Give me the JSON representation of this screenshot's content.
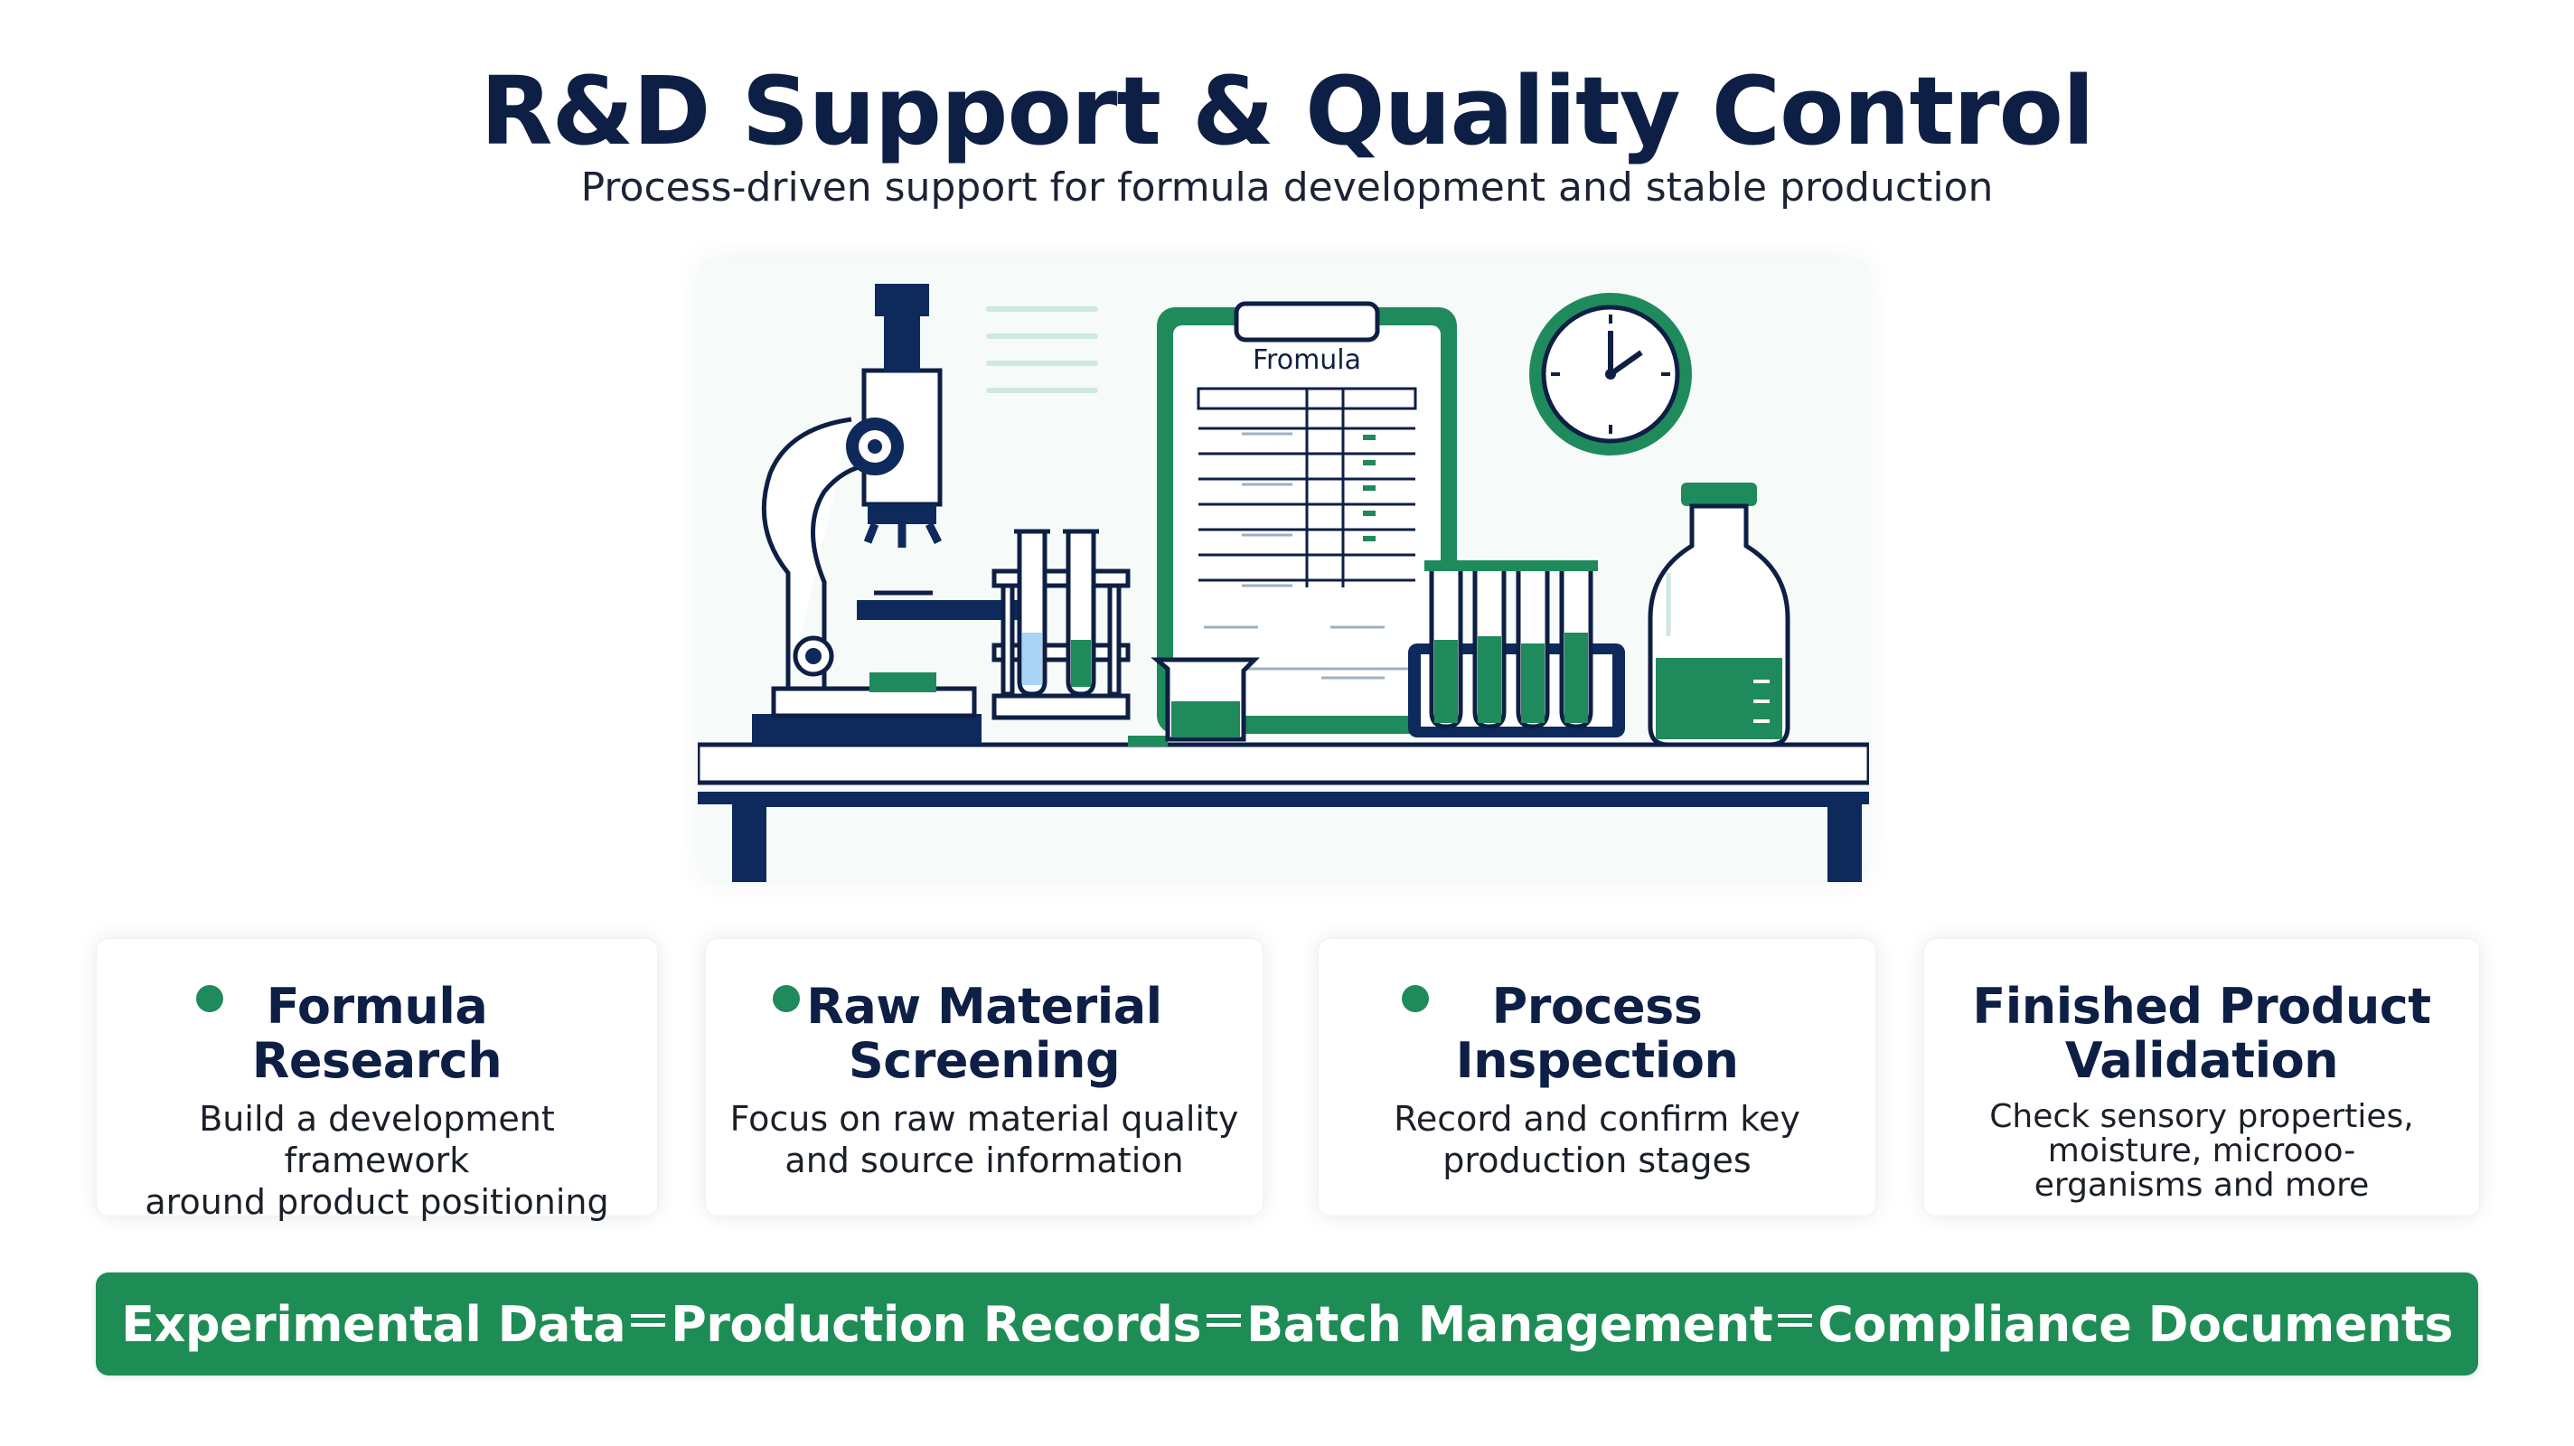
{
  "header": {
    "title": "R&D Support & Quality Control",
    "subtitle": "Process-driven support for formula development and stable production"
  },
  "illustration": {
    "clipboard_label": "Fromula"
  },
  "cards": [
    {
      "title_line1": "Formula",
      "title_line2": "Research",
      "desc_line1": "Build a development framework",
      "desc_line2": "around product positioning"
    },
    {
      "title_line1": "Raw Material",
      "title_line2": "Screening",
      "desc_line1": "Focus on raw material quality",
      "desc_line2": "and source information"
    },
    {
      "title_line1": "Process",
      "title_line2": "Inspection",
      "desc_line1": "Record and confirm key",
      "desc_line2": "production stages"
    },
    {
      "title_line1": "Finished Product",
      "title_line2": "Validation",
      "desc_line1": "Check sensory properties,",
      "desc_line2": "moisture, microoo-",
      "desc_line3": "erganisms and more"
    }
  ],
  "banner": {
    "items": [
      "Experimental Data",
      "Production Records",
      "Batch Management",
      "Compliance Documents"
    ]
  },
  "colors": {
    "navy": "#0e2a5c",
    "green": "#1f8a5b",
    "banner": "#1e8c55"
  }
}
